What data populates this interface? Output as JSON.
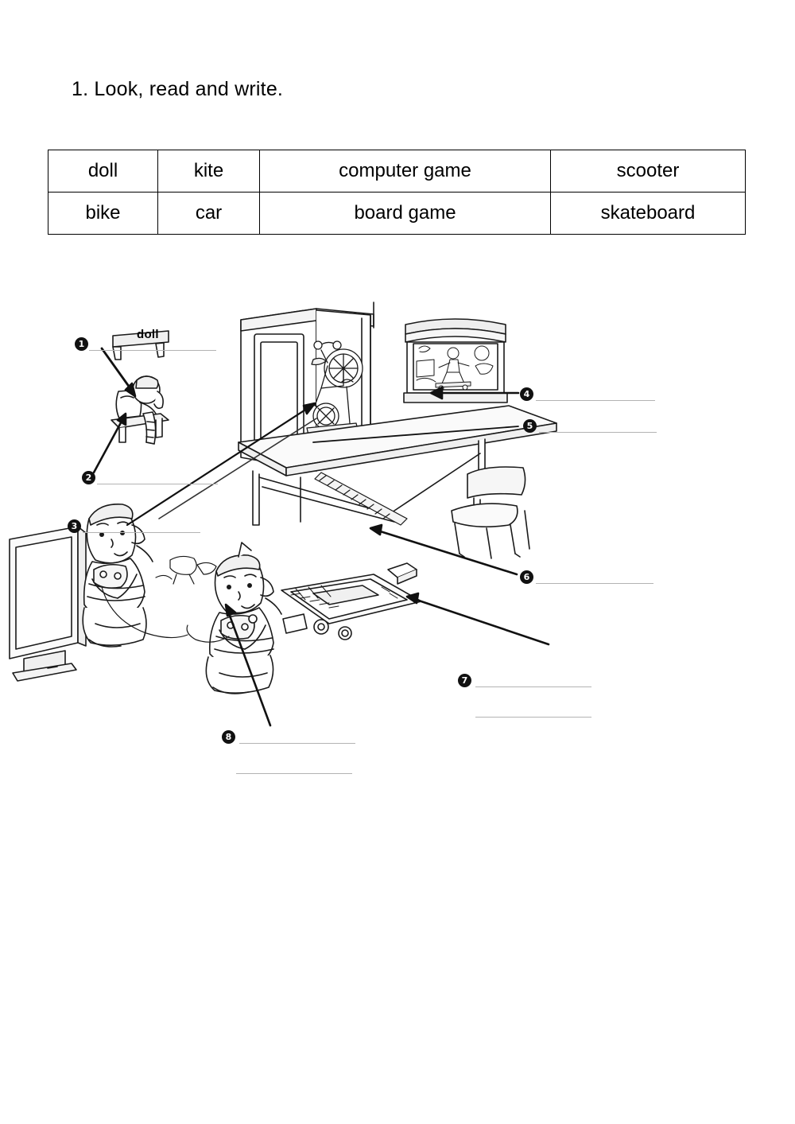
{
  "title": "1. Look, read and write.",
  "word_bank": {
    "rows": [
      [
        "doll",
        "kite",
        "computer game",
        "scooter"
      ],
      [
        "bike",
        "car",
        "board game",
        "skateboard"
      ]
    ]
  },
  "answers": [
    {
      "number": "1",
      "value": "doll"
    },
    {
      "number": "2",
      "value": ""
    },
    {
      "number": "3",
      "value": ""
    },
    {
      "number": "4",
      "value": ""
    },
    {
      "number": "5",
      "value": ""
    },
    {
      "number": "6",
      "value": ""
    },
    {
      "number": "7",
      "value": ""
    },
    {
      "number": "8",
      "value": ""
    }
  ],
  "scene": {
    "description": "Line drawing of a playroom: a doll on a wall shelf, a bicycle and scooter in an open doorway, a window showing a child on a skateboard, a table with a chair, a TV screen, two children sitting on the floor playing a computer game with controllers, and a board game with pieces on the floor."
  },
  "colors": {
    "ink": "#000000",
    "line": "#b3b3b3",
    "paper": "#ffffff"
  }
}
